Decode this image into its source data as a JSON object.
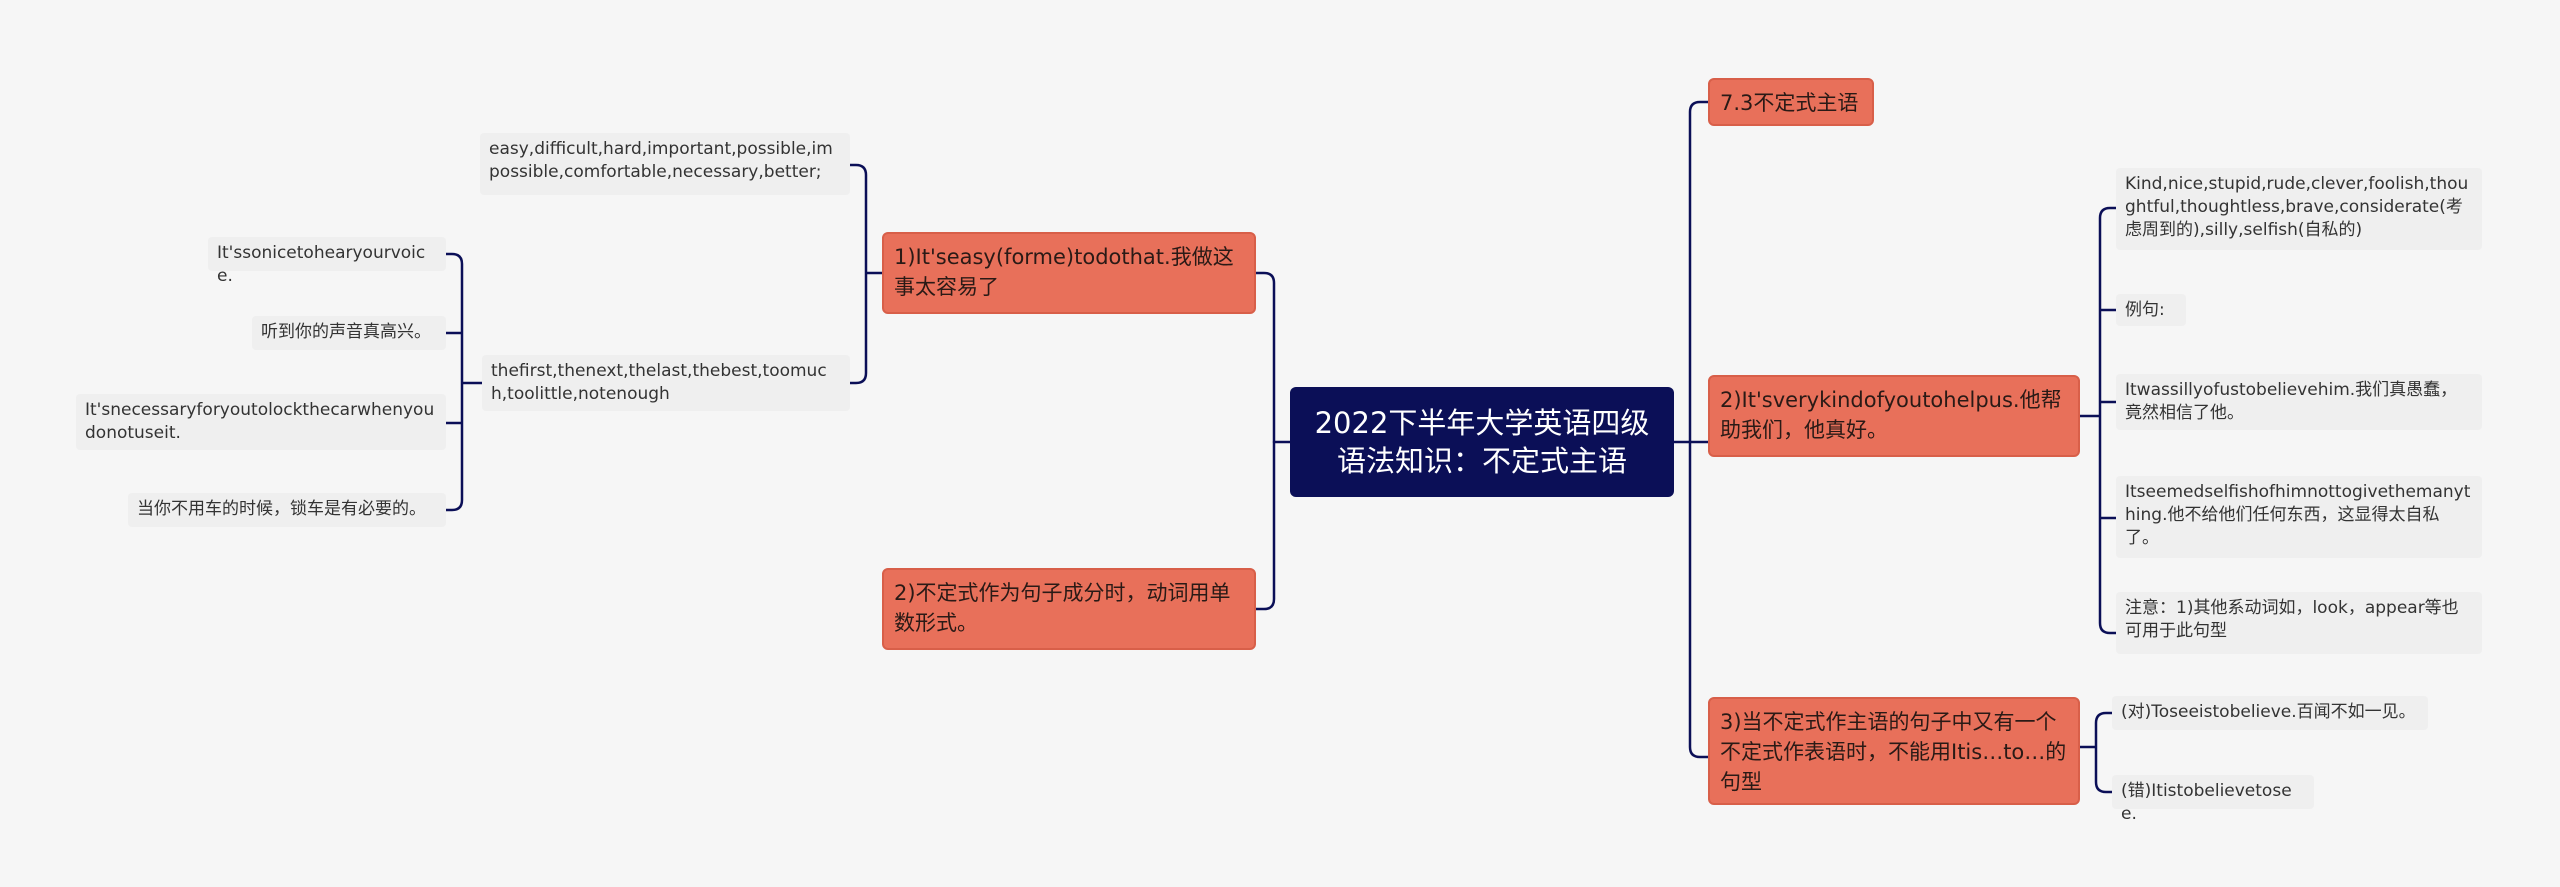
{
  "root": {
    "label": "2022下半年大学英语四级语法知识：不定式主语"
  },
  "right": {
    "title_node": {
      "label": "7.3不定式主语"
    },
    "b2": {
      "label": "2)It'sverykindofyoutohelpus.他帮助我们，他真好。",
      "children": [
        "Kind,nice,stupid,rude,clever,foolish,thoughtful,thoughtless,brave,considerate(考虑周到的),silly,selfish(自私的)",
        "例句:",
        "Itwassillyofustobelievehim.我们真愚蠢，竟然相信了他。",
        "Itseemedselfishofhimnottogivethemanything.他不给他们任何东西，这显得太自私了。",
        "注意：1)其他系动词如，look，appear等也可用于此句型"
      ]
    },
    "b3": {
      "label": "3)当不定式作主语的句子中又有一个不定式作表语时，不能用Itis…to…的句型",
      "children": [
        "(对)Toseeistobelieve.百闻不如一见。",
        "(错)Itistobelievetosee."
      ]
    }
  },
  "left": {
    "b1": {
      "label": "1)It'seasy(forme)todothat.我做这事太容易了",
      "child_a": {
        "label": "easy,difficult,hard,important,possible,impossible,comfortable,necessary,better;"
      },
      "child_b": {
        "label": "thefirst,thenext,thelast,thebest,toomuch,toolittle,notenough",
        "children": [
          "It'ssonicetohearyourvoice.",
          "听到你的声音真高兴。",
          "It'snecessaryforyoutolockthecarwhenyoudonotuseit.",
          "当你不用车的时候，锁车是有必要的。"
        ]
      }
    },
    "b4": {
      "label": "2)不定式作为句子成分时，动词用单数形式。"
    }
  },
  "colors": {
    "root": "#0b0f57",
    "main": "#e8705a",
    "leaf": "#efefef",
    "link": "#0b0f57"
  }
}
